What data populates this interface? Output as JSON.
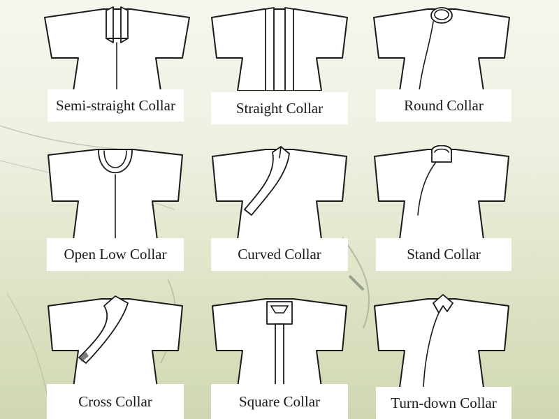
{
  "collars": [
    {
      "label": "Semi-straight Collar",
      "icon": "semi-straight-collar-garment"
    },
    {
      "label": "Straight Collar",
      "icon": "straight-collar-garment"
    },
    {
      "label": "Round Collar",
      "icon": "round-collar-garment"
    },
    {
      "label": "Open Low Collar",
      "icon": "open-low-collar-garment"
    },
    {
      "label": "Curved Collar",
      "icon": "curved-collar-garment"
    },
    {
      "label": "Stand Collar",
      "icon": "stand-collar-garment"
    },
    {
      "label": "Cross Collar",
      "icon": "cross-collar-garment"
    },
    {
      "label": "Square Collar",
      "icon": "square-collar-garment"
    },
    {
      "label": "Turn-down Collar",
      "icon": "turn-down-collar-garment"
    }
  ],
  "colors": {
    "ink": "#1a1a1a",
    "label_bg": "#ffffff",
    "background": "#e4e9d0"
  }
}
